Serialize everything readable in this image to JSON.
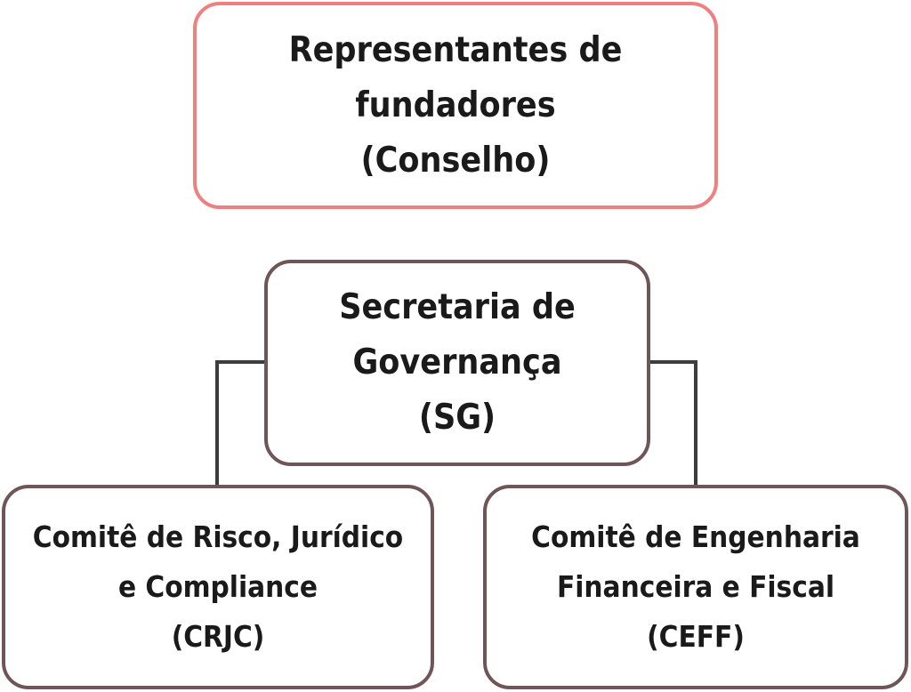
{
  "nodes": {
    "council": {
      "lines": [
        "Representantes de",
        "fundadores",
        "(Conselho)"
      ]
    },
    "sg": {
      "lines": [
        "Secretaria de",
        "Governança",
        "(SG)"
      ]
    },
    "crjc": {
      "lines": [
        "Comitê de Risco, Jurídico",
        "e Compliance",
        "(CRJC)"
      ]
    },
    "ceff": {
      "lines": [
        "Comitê de Engenharia",
        "Financeira e Fiscal",
        "(CEFF)"
      ]
    }
  },
  "colors": {
    "council_border": "#f08080",
    "box_border": "#6f5557",
    "connector": "#3d3d3d"
  }
}
